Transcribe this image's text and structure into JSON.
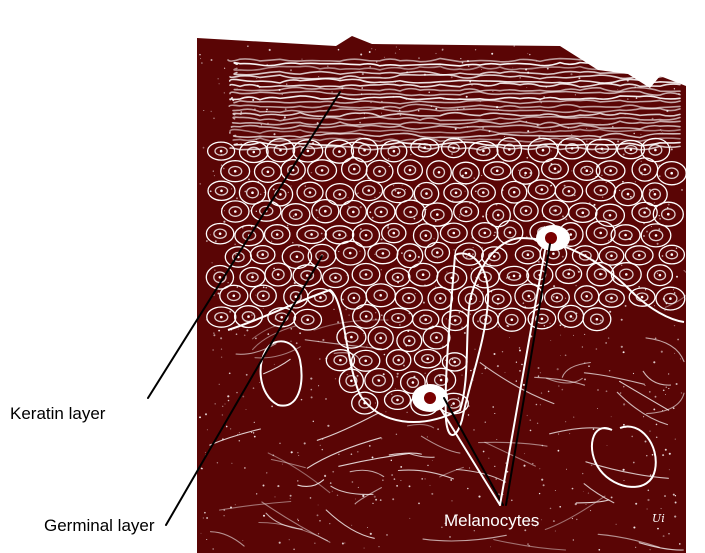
{
  "figure": {
    "labels": {
      "keratin": "Keratin layer",
      "germinal": "Germinal layer",
      "melanocytes": "Melanocytes"
    },
    "colors": {
      "tissue_background": "#5a0505",
      "cell_lines": "#ffffff",
      "melanocyte_nucleus": "#7a0000",
      "label_text": "#000000",
      "label_on_tissue": "#ffffff",
      "pointer_lines": "#000000"
    },
    "icons": [
      "skin-section-illustration"
    ]
  }
}
